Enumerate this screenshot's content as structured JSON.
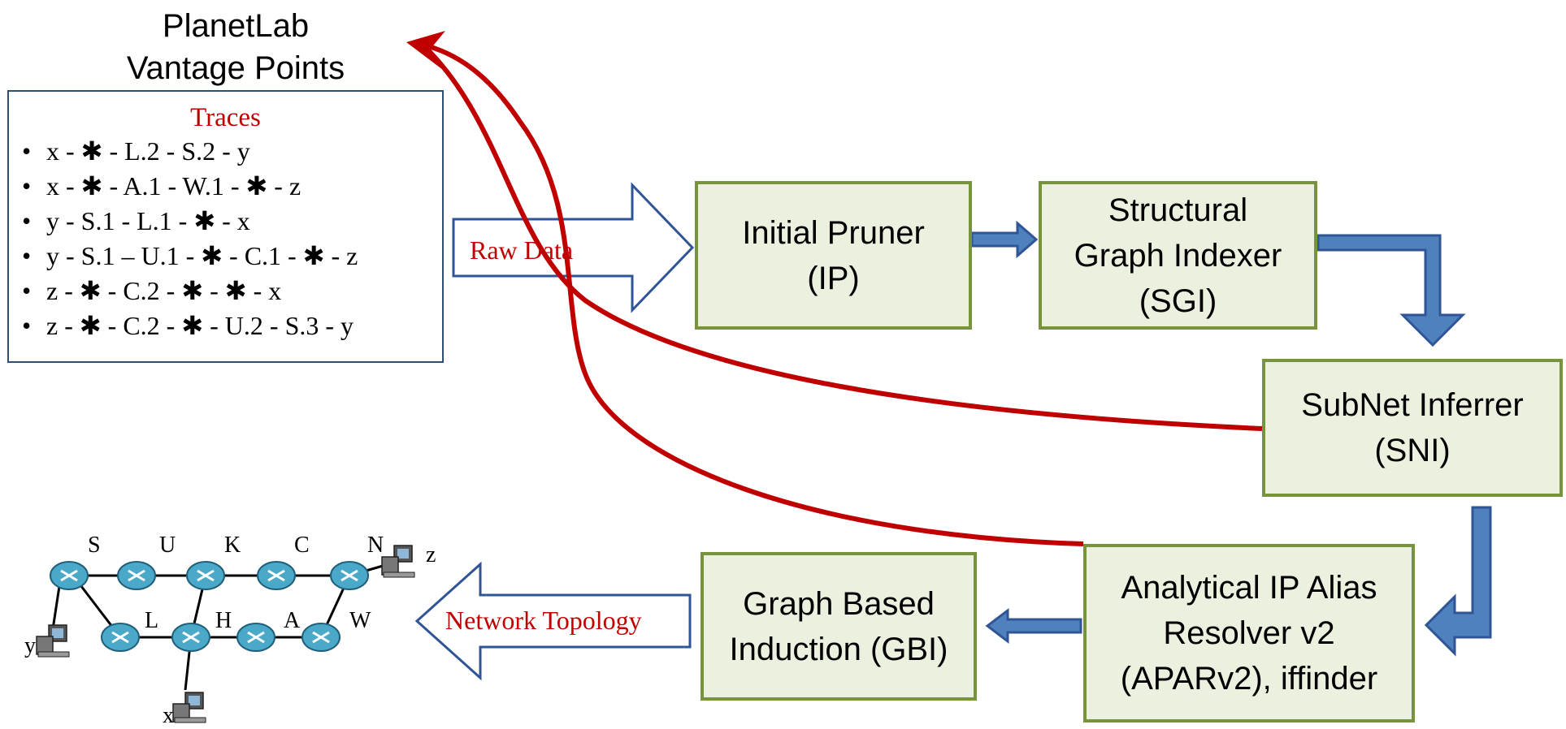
{
  "vantage_title_line1": "PlanetLab",
  "vantage_title_line2": "Vantage Points",
  "traces": {
    "title": "Traces",
    "lines": [
      "x - ✱ - L.2 - S.2 - y",
      "x - ✱ - A.1 - W.1 - ✱ - z",
      "y - S.1 - L.1 - ✱ - x",
      "y - S.1 – U.1 - ✱ - C.1 - ✱ - z",
      "z - ✱ - C.2 - ✱ - ✱ - x",
      "z - ✱ - C.2 - ✱ - U.2 - S.3 - y"
    ]
  },
  "arrows": {
    "raw_data": "Raw Data",
    "network_topology": "Network Topology"
  },
  "stages": {
    "ip": "Initial Pruner\n(IP)",
    "sgi": "Structural\nGraph Indexer\n(SGI)",
    "sni": "SubNet Inferrer\n(SNI)",
    "apar": "Analytical IP Alias\nResolver v2\n(APARv2), iffinder",
    "gbi": "Graph Based\nInduction (GBI)"
  },
  "topology": {
    "top_labels": [
      "S",
      "U",
      "K",
      "C",
      "N"
    ],
    "bottom_labels": [
      "L",
      "H",
      "A",
      "W"
    ],
    "hosts": [
      "x",
      "y",
      "z"
    ]
  },
  "colors": {
    "box_fill": "#ebf1de",
    "box_border": "#77933c",
    "flow_arrow": "#4f81bd",
    "feedback_arrow": "#c00000"
  }
}
